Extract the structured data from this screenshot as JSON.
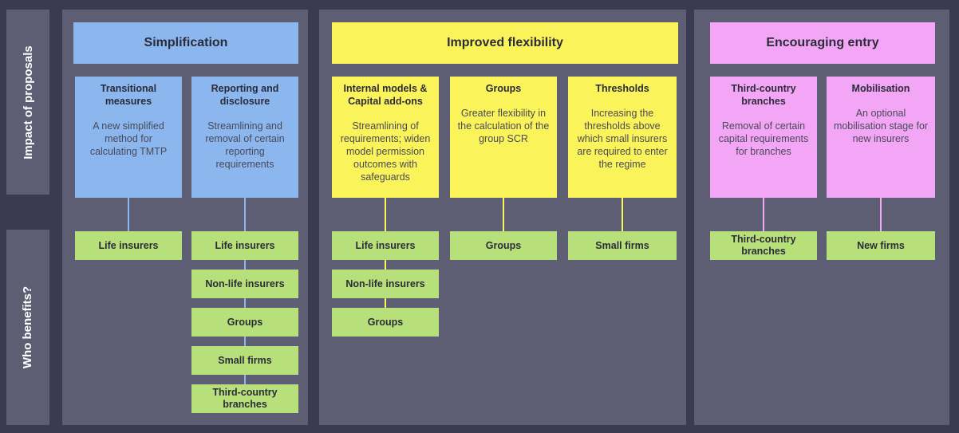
{
  "side_labels": {
    "impact": "Impact of proposals",
    "benefits": "Who benefits?"
  },
  "colors": {
    "background": "#3a3a52",
    "panel": "#5d5d74",
    "blue": "#8bb6ee",
    "yellow": "#fbf35a",
    "pink": "#f3a6f5",
    "green": "#b8e07a"
  },
  "simplification": {
    "title": "Simplification",
    "cards": [
      {
        "title": "Transitional measures",
        "desc": "A new simplified method for calculating TMTP",
        "beneficiaries": [
          "Life insurers"
        ]
      },
      {
        "title": "Reporting and disclosure",
        "desc": "Streamlining and removal of certain reporting requirements",
        "beneficiaries": [
          "Life insurers",
          "Non-life insurers",
          "Groups",
          "Small firms",
          "Third-country branches"
        ]
      }
    ]
  },
  "flexibility": {
    "title": "Improved flexibility",
    "cards": [
      {
        "title": "Internal models & Capital add-ons",
        "desc": "Streamlining of requirements; widen model permission outcomes with safeguards",
        "beneficiaries": [
          "Life insurers",
          "Non-life insurers",
          "Groups"
        ]
      },
      {
        "title": "Groups",
        "desc": "Greater flexibility in the calculation of the group SCR",
        "beneficiaries": [
          "Groups"
        ]
      },
      {
        "title": "Thresholds",
        "desc": "Increasing the thresholds above which small insurers are required to enter the regime",
        "beneficiaries": [
          "Small firms"
        ]
      }
    ]
  },
  "entry": {
    "title": "Encouraging entry",
    "cards": [
      {
        "title": "Third-country branches",
        "desc": "Removal of certain capital requirements for branches",
        "beneficiaries": [
          "Third-country branches"
        ]
      },
      {
        "title": "Mobilisation",
        "desc": "An optional mobilisation stage for new insurers",
        "beneficiaries": [
          "New firms"
        ]
      }
    ]
  }
}
